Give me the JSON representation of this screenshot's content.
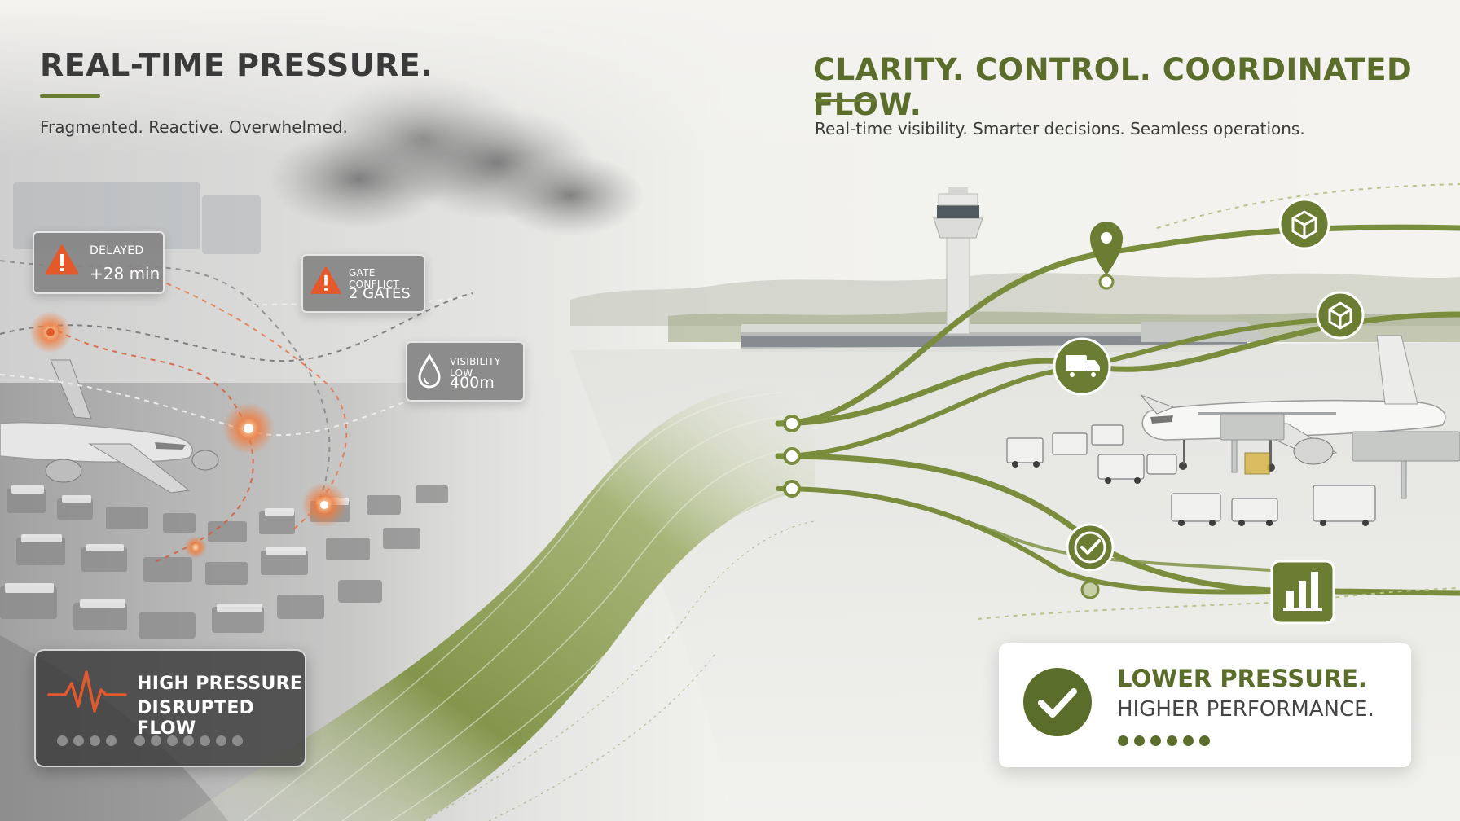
{
  "left_panel": {
    "title": "REAL-TIME PRESSURE.",
    "subtitle": "Fragmented. Reactive. Overwhelmed.",
    "alerts": [
      {
        "label": "DELAYED",
        "value": "+28 min",
        "icon": "warning-icon"
      },
      {
        "label": "GATE CONFLICT",
        "value": "2 GATES",
        "icon": "warning-icon"
      },
      {
        "label": "VISIBILITY LOW",
        "value": "400m",
        "icon": "water-drop-icon"
      }
    ],
    "status_card": {
      "line1": "HIGH PRESSURE",
      "line2": "DISRUPTED FLOW",
      "icon": "heartbeat-icon"
    }
  },
  "right_panel": {
    "title": "CLARITY. CONTROL. COORDINATED FLOW.",
    "subtitle": "Real-time visibility. Smarter decisions. Seamless operations.",
    "flow_icons": [
      "location-pin-icon",
      "package-icon",
      "package-open-icon",
      "truck-icon",
      "check-icon",
      "bar-chart-icon"
    ],
    "result_card": {
      "line1": "LOWER PRESSURE.",
      "line2": "HIGHER PERFORMANCE.",
      "icon": "check-circle-icon"
    }
  },
  "colors": {
    "accent_green": "#6b7c33",
    "dark_green": "#5b6d2a",
    "alert_orange": "#e4592b",
    "text_dark": "#3a3a3a"
  }
}
